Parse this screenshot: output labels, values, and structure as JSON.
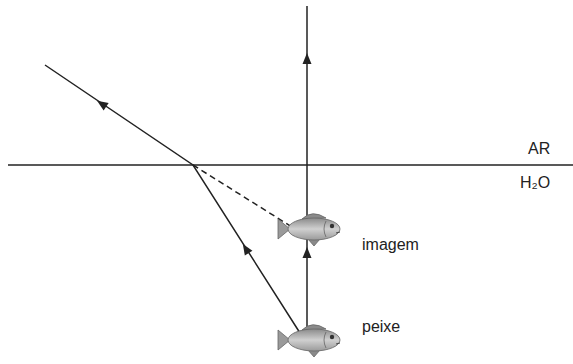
{
  "diagram": {
    "labels": [
      "AR",
      "H₂O",
      "imagem",
      "peixe"
    ]
  }
}
